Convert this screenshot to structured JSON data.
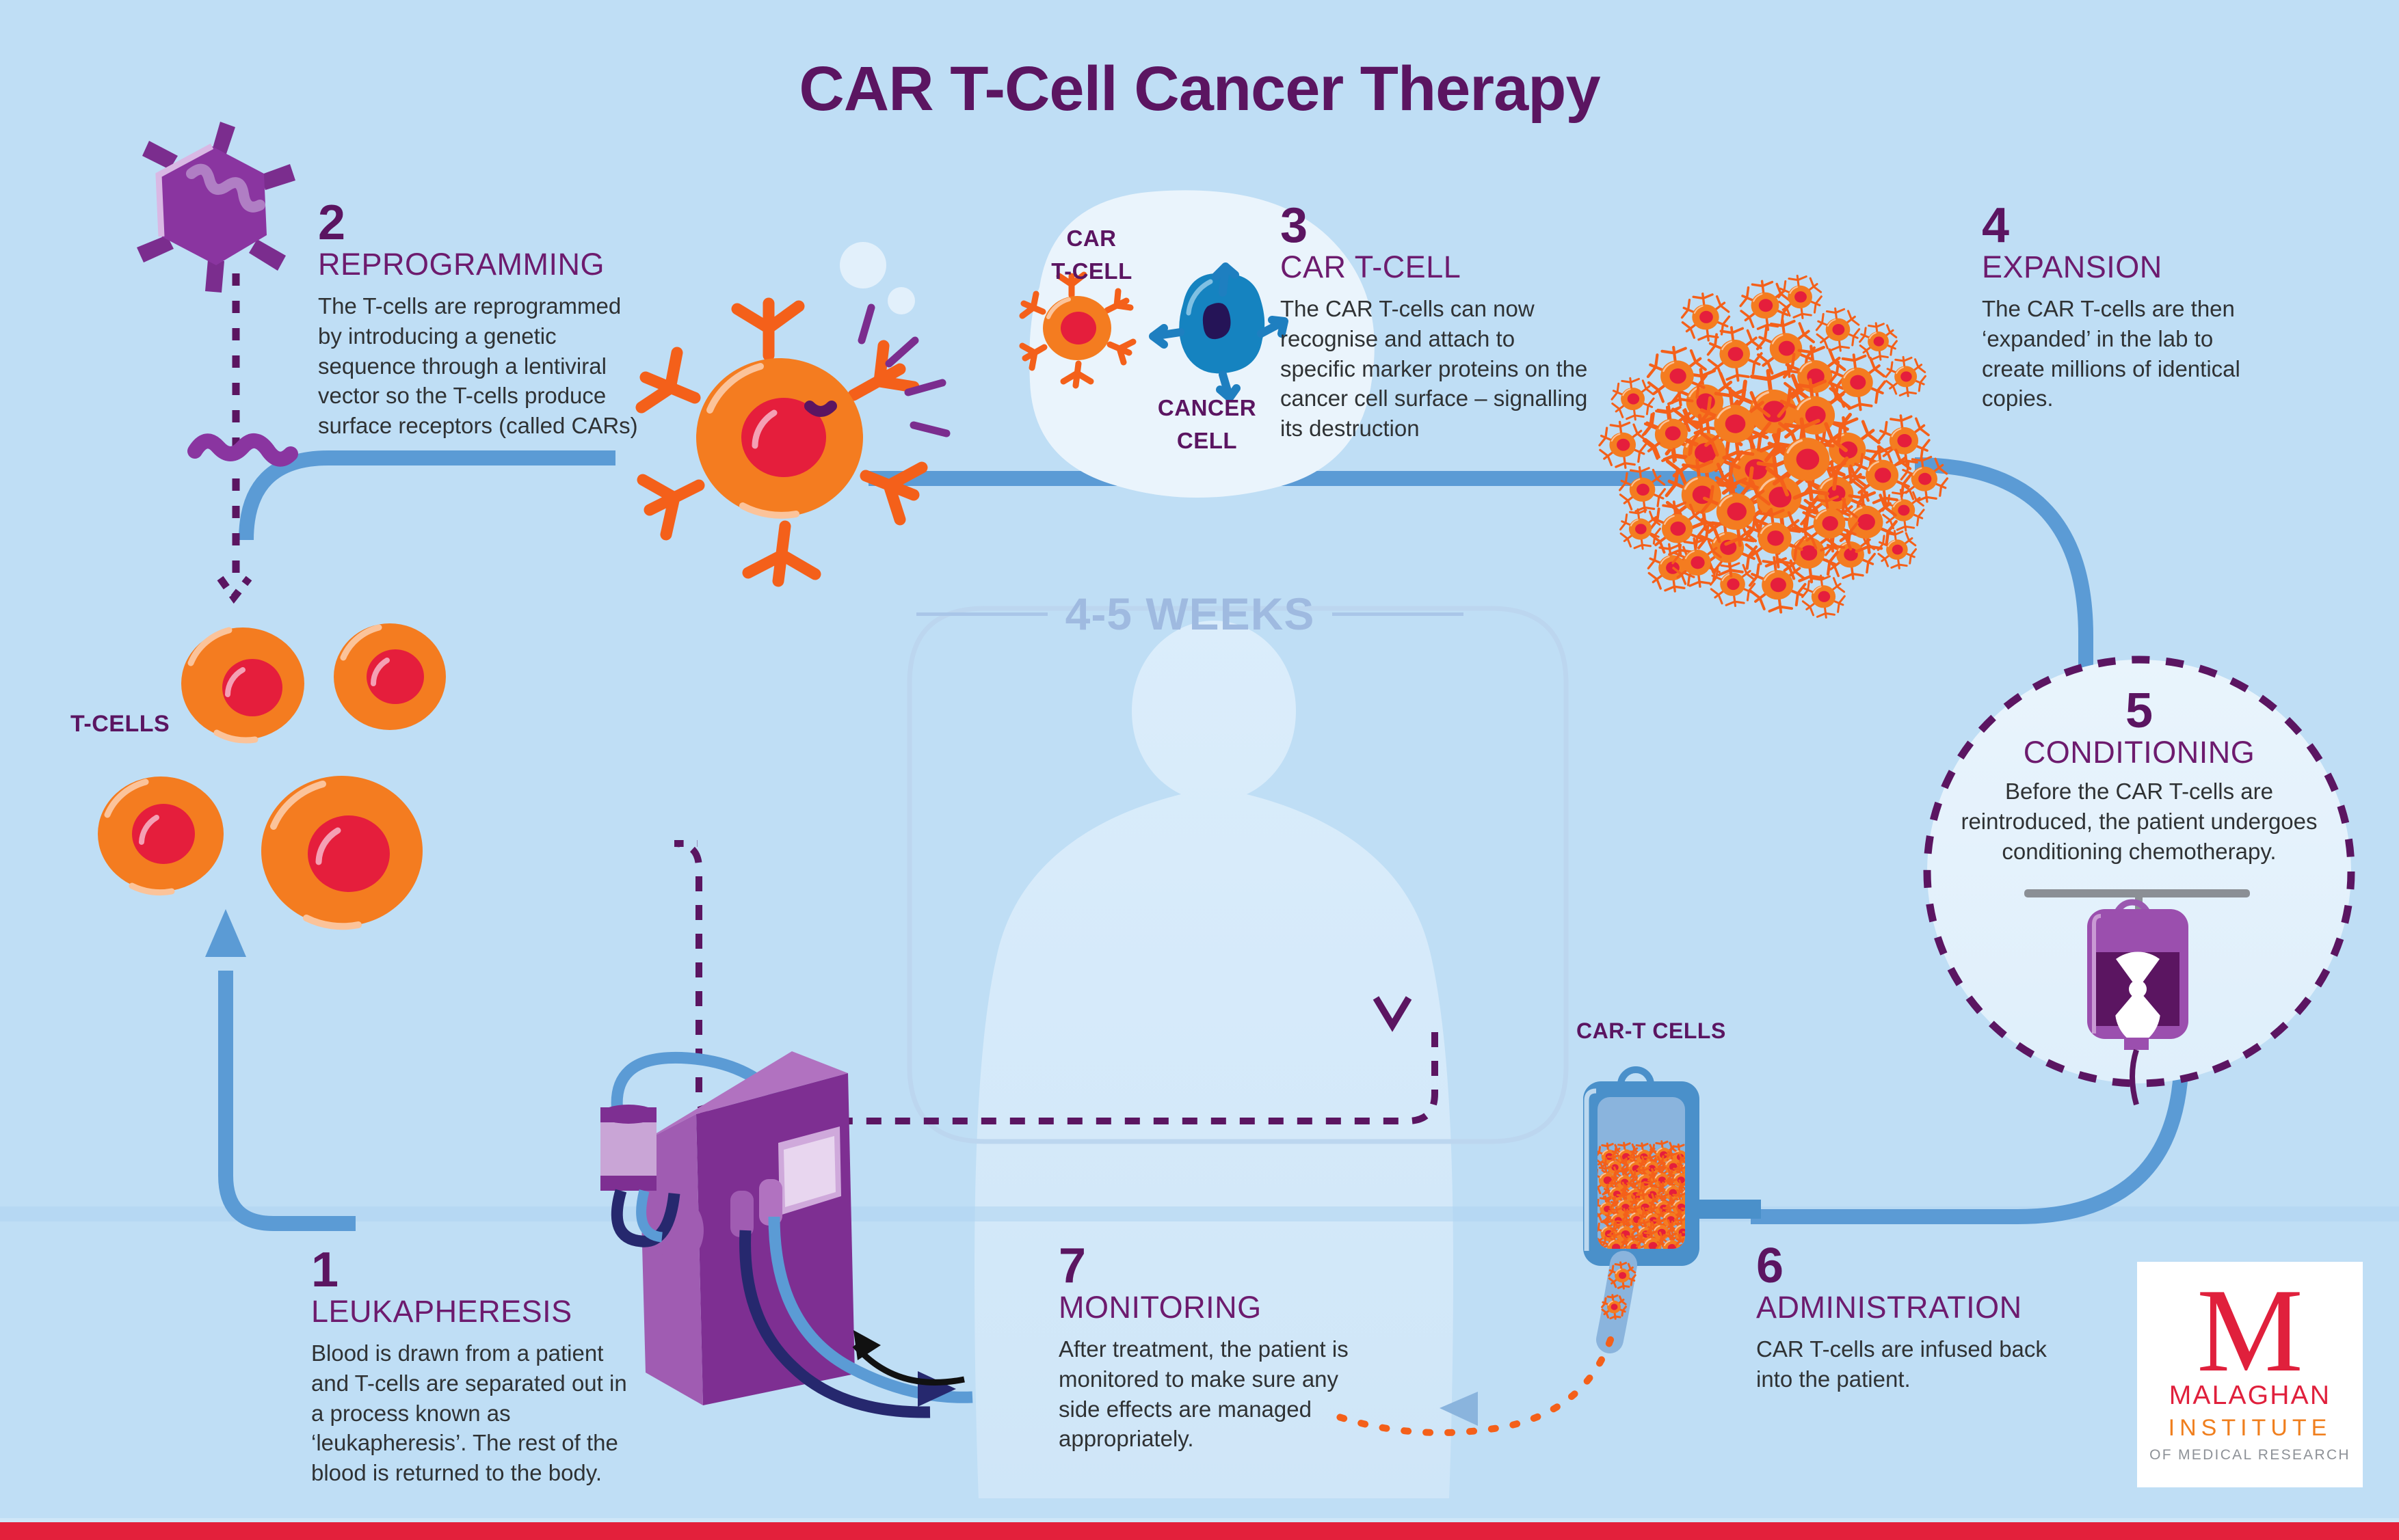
{
  "page": {
    "title": "CAR T-Cell Cancer Therapy",
    "background_color": "#bfdef5",
    "accent_purple": "#5b1561",
    "accent_heading_purple": "#6d1b6e",
    "body_text_color": "#2f3234",
    "cell_orange": "#f47c20",
    "cell_nucleus_red": "#e51e3c",
    "cancer_cell_blue": "#1583c0",
    "machine_purple": "#8e3fa0",
    "flow_blue": "#5b9bd5",
    "weeks_text_color": "#9fbae0",
    "bottom_bar_color": "#e3203b"
  },
  "steps": [
    {
      "number": "1",
      "title": "LEUKAPHERESIS",
      "body": "Blood is drawn from a patient and T-cells are separated out in a process known as ‘leukapheresis’. The rest of the blood is returned to the body."
    },
    {
      "number": "2",
      "title": "REPROGRAMMING",
      "body": "The T-cells are reprogrammed by introducing a genetic sequence through a lentiviral vector so the T-cells produce surface receptors (called CARs)"
    },
    {
      "number": "3",
      "title": "CAR T-CELL",
      "body": "The CAR T-cells can now recognise and attach to specific marker proteins on the cancer cell surface – signalling its destruction"
    },
    {
      "number": "4",
      "title": "EXPANSION",
      "body": "The CAR T-cells are then ‘expanded’ in the lab to create millions of identical copies."
    },
    {
      "number": "5",
      "title": "CONDITIONING",
      "body": "Before the CAR T-cells are reintroduced, the patient undergoes conditioning chemotherapy."
    },
    {
      "number": "6",
      "title": "ADMINISTRATION",
      "body": "CAR T-cells are infused back into the patient."
    },
    {
      "number": "7",
      "title": "MONITORING",
      "body": "After treatment, the patient is monitored to make sure any side effects are managed appropriately."
    }
  ],
  "labels": {
    "t_cells": "T-CELLS",
    "car_t_cells": "CAR-T CELLS",
    "callout_car_t_cell": "CAR\nT-CELL",
    "callout_car_t_cell_line1": "CAR",
    "callout_car_t_cell_line2": "T-CELL",
    "callout_cancer_cell_line1": "CANCER",
    "callout_cancer_cell_line2": "CELL",
    "duration": "4-5 WEEKS"
  },
  "logo": {
    "monogram": "M",
    "line1": "MALAGHAN",
    "line2": "INSTITUTE",
    "line3": "OF MEDICAL RESEARCH",
    "color_line1": "#e0203c",
    "color_line2": "#f07f1e",
    "color_line3": "#8d9197"
  },
  "icons": {
    "lentiviral_vector": "virus-hexagon-icon",
    "dna_strand": "dna-squiggle-icon",
    "leukapheresis_machine": "apheresis-machine-icon",
    "chemo_bag": "iv-bag-hazard-icon",
    "hazard_symbol": "radiation-trefoil-icon",
    "car_t_bag": "blood-bag-icon",
    "patient": "human-silhouette-icon",
    "arrow_flow": "flow-arrow-icon"
  }
}
